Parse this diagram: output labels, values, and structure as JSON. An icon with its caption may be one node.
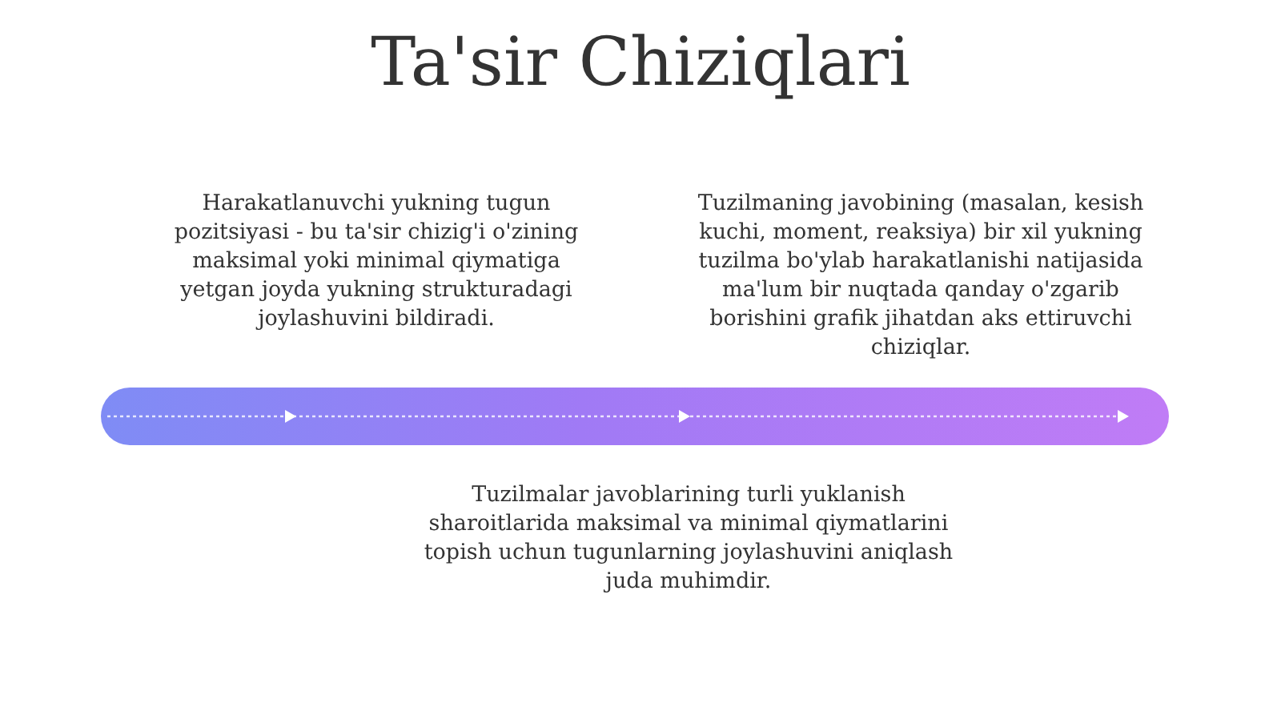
{
  "diagram": {
    "title": "Ta'sir Chiziqlari",
    "labels": [
      "Harakatlanuvchi yukning tugun pozitsiyasi - bu ta'sir chizig'i o'zining maksimal yoki minimal qiymatiga yetgan joyda yukning strukturadagi joylashuvini bildiradi.",
      "Tuzilmaning javobining (masalan, kesish kuchi, moment, reaksiya) bir xil yukning tuzilma bo'ylab harakatlanishi natijasida ma'lum bir nuqtada qanday o'zgarib borishini grafik jihatdan aks ettiruvchi chiziqlar.",
      "Tuzilmalar javoblarining turli yuklanish sharoitlarida maksimal va minimal qiymatlarini topish uchun tugunlarning joylashuvini aniqlash juda muhimdir."
    ]
  }
}
